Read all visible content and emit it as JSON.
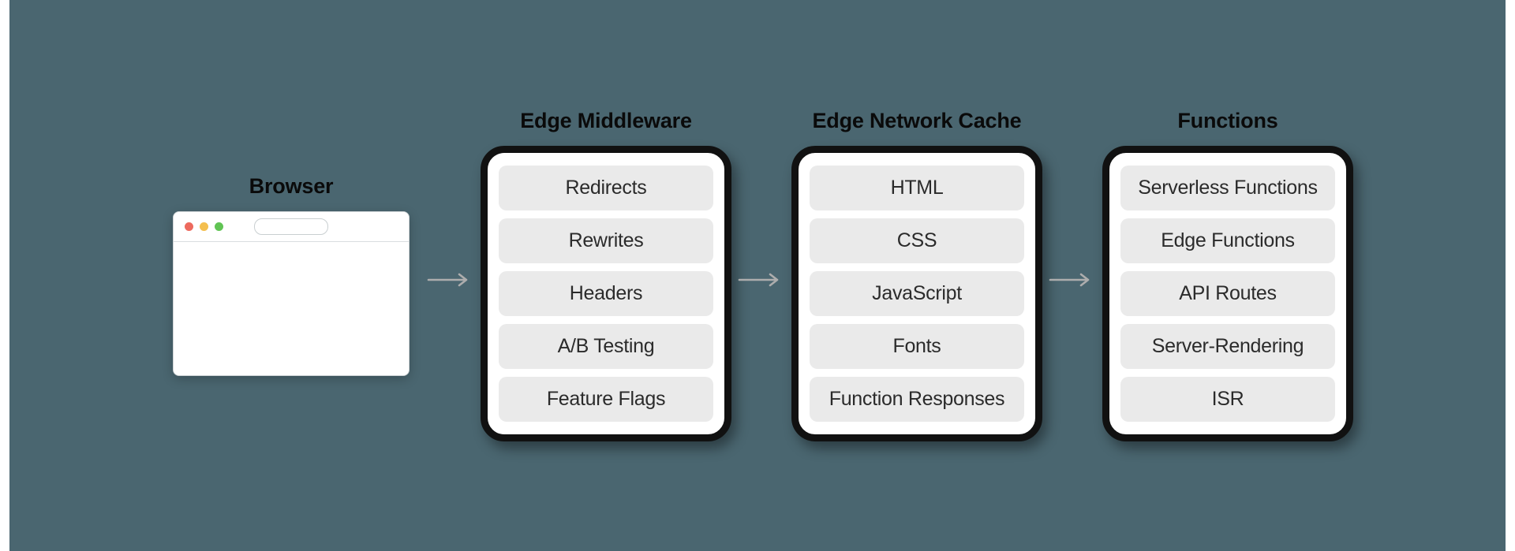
{
  "diagram": {
    "background_color": "#4a6670",
    "card_border_color": "#111111",
    "pill_color": "#eaeaea",
    "arrow_color": "#adadad",
    "nodes": [
      {
        "id": "browser",
        "title": "Browser",
        "type": "browser-window",
        "window": {
          "dots": [
            "red",
            "yellow",
            "green"
          ],
          "dot_colors": [
            "#ed6a5e",
            "#f4bf4f",
            "#61c454"
          ],
          "url_bar_value": ""
        }
      },
      {
        "id": "edge-middleware",
        "title": "Edge Middleware",
        "type": "card",
        "items": [
          "Redirects",
          "Rewrites",
          "Headers",
          "A/B Testing",
          "Feature Flags"
        ]
      },
      {
        "id": "edge-network-cache",
        "title": "Edge Network Cache",
        "type": "card",
        "items": [
          "HTML",
          "CSS",
          "JavaScript",
          "Fonts",
          "Function Responses"
        ]
      },
      {
        "id": "functions",
        "title": "Functions",
        "type": "card",
        "items": [
          "Serverless Functions",
          "Edge Functions",
          "API Routes",
          "Server-Rendering",
          "ISR"
        ]
      }
    ],
    "connectors": [
      {
        "from": "browser",
        "to": "edge-middleware",
        "icon": "arrow-right-icon"
      },
      {
        "from": "edge-middleware",
        "to": "edge-network-cache",
        "icon": "arrow-right-icon"
      },
      {
        "from": "edge-network-cache",
        "to": "functions",
        "icon": "arrow-right-icon"
      }
    ]
  }
}
